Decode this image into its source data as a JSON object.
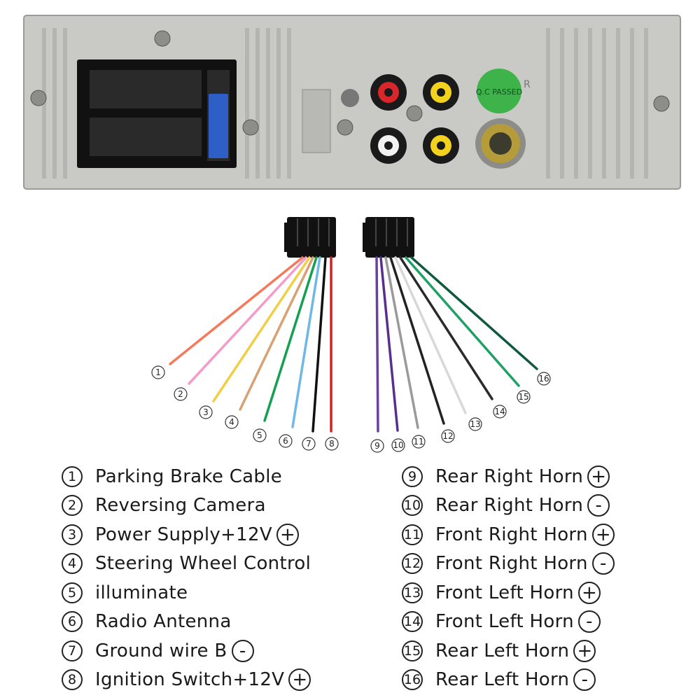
{
  "colors": {
    "unit_body": "#c9c9c6",
    "unit_fin": "#b4b4b1",
    "connector": "#111111",
    "fuse": "#2e5fc7",
    "rca_red": "#d8262b",
    "rca_yellow": "#f2d21c",
    "rca_white": "#f1f1f1",
    "antenna": "#b59b3a",
    "qc_sticker": "#3db34a"
  },
  "unit": {
    "qc_sticker_text": "Q.C PASSED",
    "edge_text": "R"
  },
  "wires": [
    {
      "id": 1,
      "color": "#f47a5c"
    },
    {
      "id": 2,
      "color": "#f59bc8"
    },
    {
      "id": 3,
      "color": "#f0cf45"
    },
    {
      "id": 4,
      "color": "#d9a173"
    },
    {
      "id": 5,
      "color": "#14a050"
    },
    {
      "id": 6,
      "color": "#6fb7e6"
    },
    {
      "id": 7,
      "color": "#111111"
    },
    {
      "id": 8,
      "color": "#d71f1f"
    },
    {
      "id": 9,
      "color": "#6a3fa0"
    },
    {
      "id": 10,
      "color": "#5a2f8c"
    },
    {
      "id": 11,
      "color": "#9a9a9a"
    },
    {
      "id": 12,
      "color": "#222222"
    },
    {
      "id": 13,
      "color": "#d8d8d8"
    },
    {
      "id": 14,
      "color": "#2a2a2a"
    },
    {
      "id": 15,
      "color": "#1fa064"
    },
    {
      "id": 16,
      "color": "#0f5a3e"
    }
  ],
  "legend": {
    "left": [
      {
        "num": "1",
        "label": "Parking Brake Cable",
        "polarity": ""
      },
      {
        "num": "2",
        "label": "Reversing Camera",
        "polarity": ""
      },
      {
        "num": "3",
        "label": "Power Supply+12V",
        "polarity": "+"
      },
      {
        "num": "4",
        "label": "Steering Wheel Control",
        "polarity": ""
      },
      {
        "num": "5",
        "label": "illuminate",
        "polarity": ""
      },
      {
        "num": "6",
        "label": "Radio Antenna",
        "polarity": ""
      },
      {
        "num": "7",
        "label": "Ground wire B",
        "polarity": "-"
      },
      {
        "num": "8",
        "label": "Ignition Switch+12V",
        "polarity": "+"
      }
    ],
    "right": [
      {
        "num": "9",
        "label": "Rear Right Horn",
        "polarity": "+"
      },
      {
        "num": "10",
        "label": "Rear Right Horn",
        "polarity": "-"
      },
      {
        "num": "11",
        "label": "Front Right Horn",
        "polarity": "+"
      },
      {
        "num": "12",
        "label": "Front Right Horn",
        "polarity": "-"
      },
      {
        "num": "13",
        "label": "Front Left Horn",
        "polarity": "+"
      },
      {
        "num": "14",
        "label": "Front Left Horn",
        "polarity": "-"
      },
      {
        "num": "15",
        "label": "Rear Left Horn",
        "polarity": "+"
      },
      {
        "num": "16",
        "label": "Rear Left Horn",
        "polarity": "-"
      }
    ]
  }
}
